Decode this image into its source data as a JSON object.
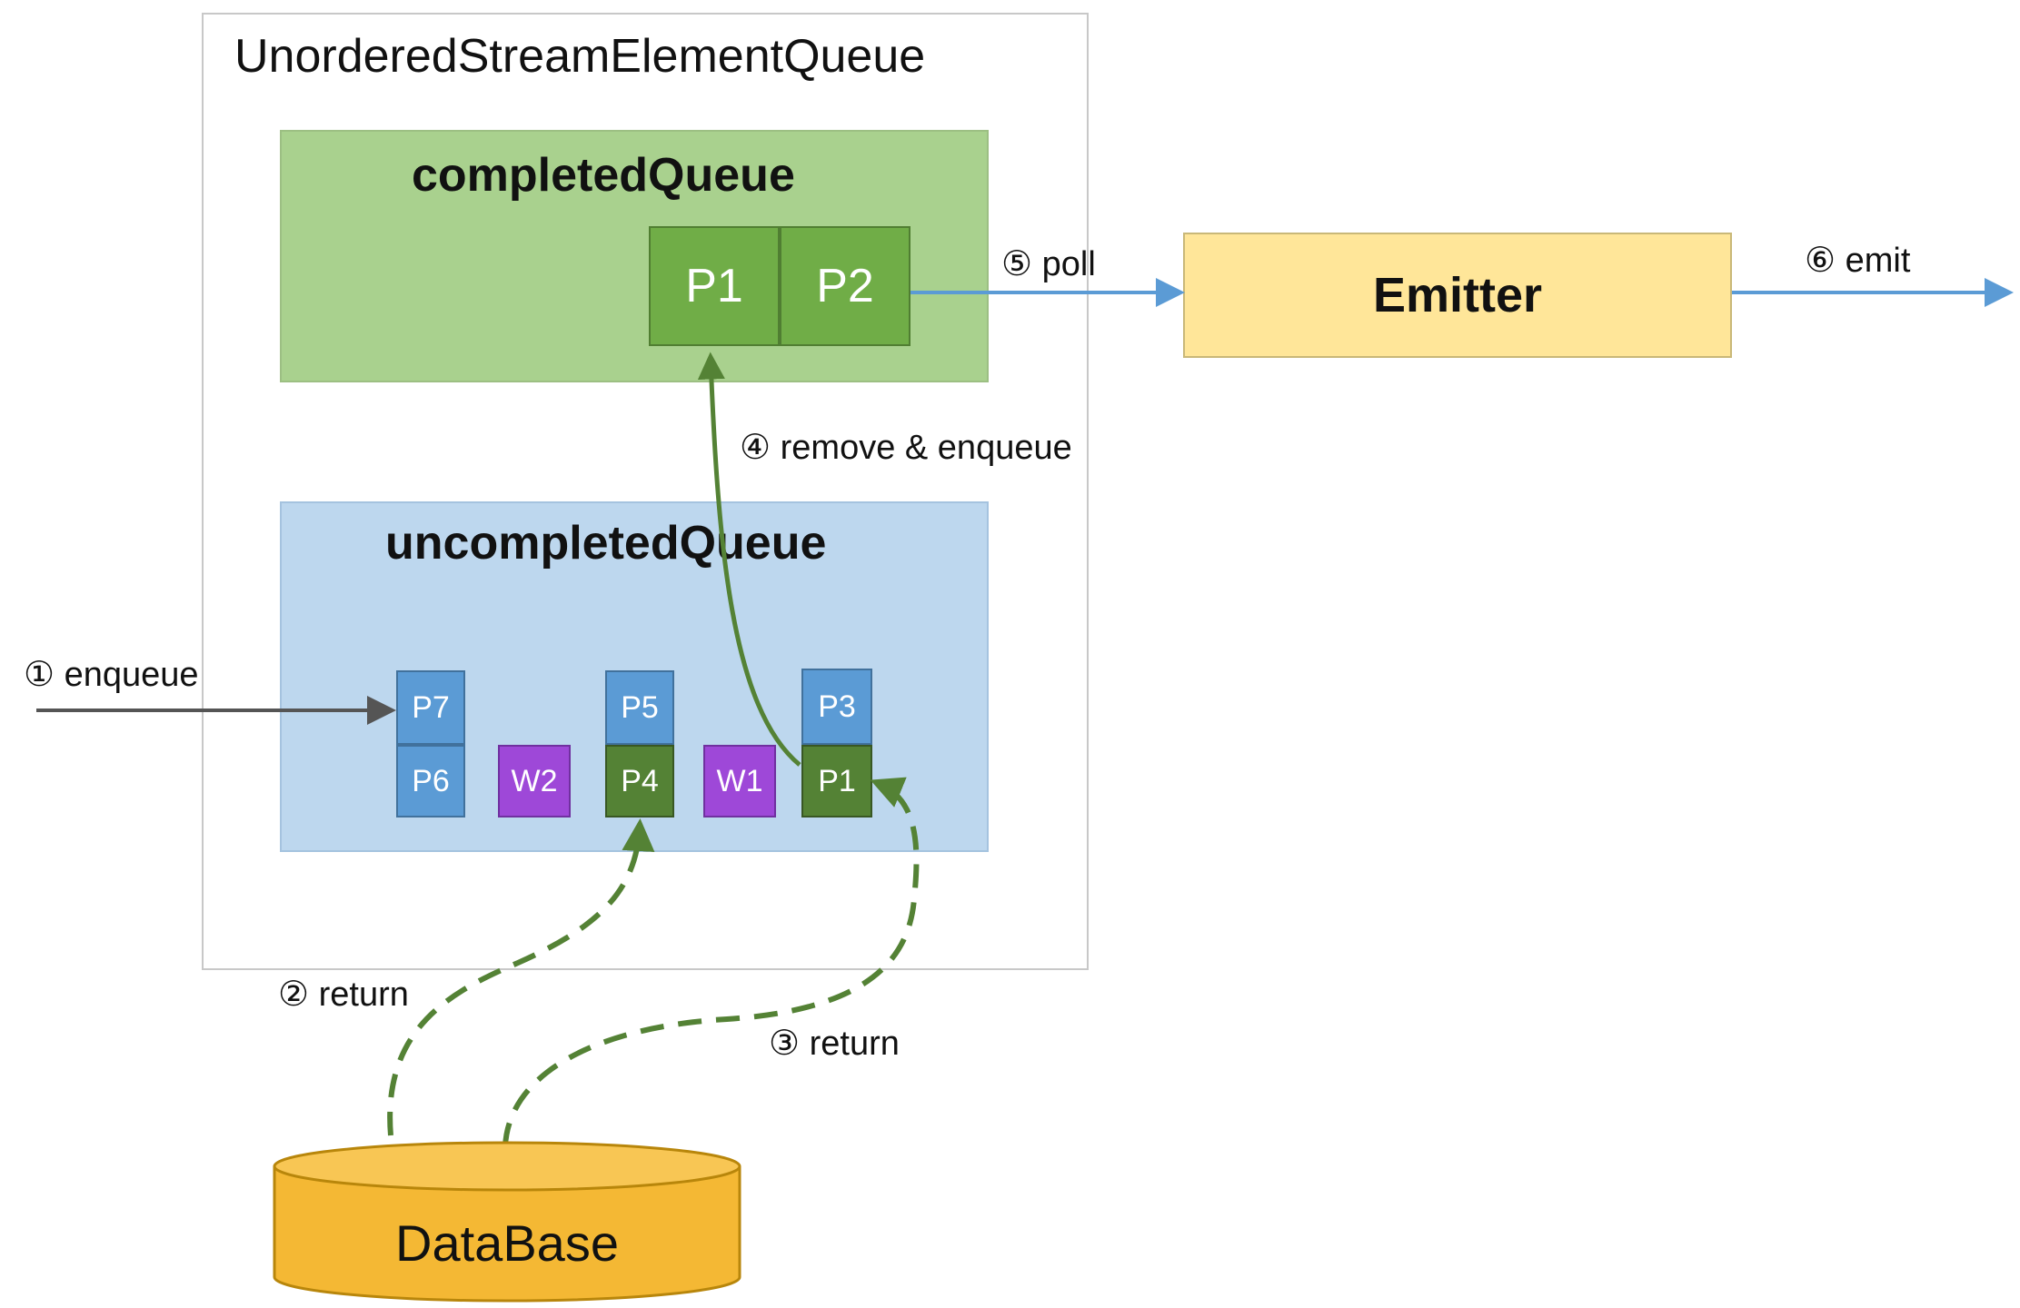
{
  "outer": {
    "title": "UnorderedStreamElementQueue"
  },
  "completed": {
    "title": "completedQueue",
    "items": [
      "P1",
      "P2"
    ]
  },
  "uncompleted": {
    "title": "uncompletedQueue",
    "top_items": [
      "P7",
      "P5",
      "P3"
    ],
    "bottom_items": [
      "P6",
      "W2",
      "P4",
      "W1",
      "P1"
    ]
  },
  "emitter": {
    "label": "Emitter"
  },
  "database": {
    "label": "DataBase"
  },
  "steps": {
    "enqueue": "① enqueue",
    "return2": "② return",
    "return3": "③ return",
    "remove_enqueue": "④ remove & enqueue",
    "poll": "⑤ poll",
    "emit": "⑥ emit"
  },
  "colors": {
    "completed_bg": "#a9d18e",
    "completed_item": "#70ad47",
    "uncompleted_bg": "#bdd7ee",
    "pending_item": "#5b9bd5",
    "done_item": "#548235",
    "watermark_item": "#9e48d8",
    "emitter_bg": "#ffe699",
    "database_bg": "#f4b834",
    "blue_arrow": "#5b9bd5",
    "green_arrow": "#548235",
    "gray_arrow": "#555555"
  }
}
